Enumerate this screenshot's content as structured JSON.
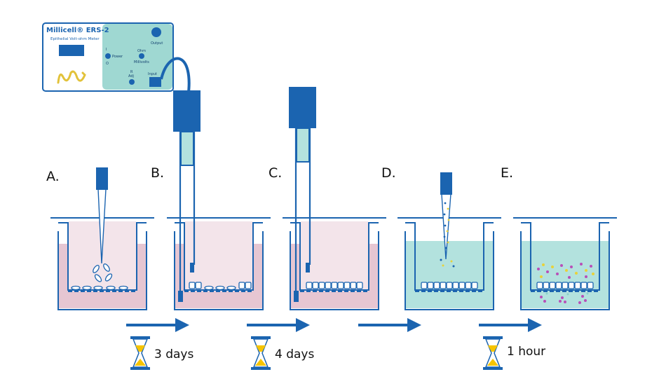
{
  "meter": {
    "brand": "Millicell® ERS-2",
    "subtitle": "Epithelial Volt-ohm Meter",
    "labels": {
      "output": "Output",
      "power_on": "I",
      "power": "Power",
      "power_off": "O",
      "ohm": "Ohm",
      "millivolts": "Millivolts",
      "r": "R",
      "adj": "Adj",
      "input": "Input"
    }
  },
  "steps": [
    {
      "label": "A."
    },
    {
      "label": "B."
    },
    {
      "label": "C."
    },
    {
      "label": "D."
    },
    {
      "label": "E."
    }
  ],
  "durations": [
    "3 days",
    "4 days",
    "1 hour"
  ],
  "colors": {
    "blue": "#1b64b0",
    "dark_blue": "#12406e",
    "pink_medium": "#e6c6d2",
    "teal_medium": "#b3e2de",
    "meter_panel": "#9fd8d2",
    "hourglass_sand": "#f6c400",
    "dye_purple": "#b84fb8",
    "dye_yellow": "#e8d23a"
  }
}
